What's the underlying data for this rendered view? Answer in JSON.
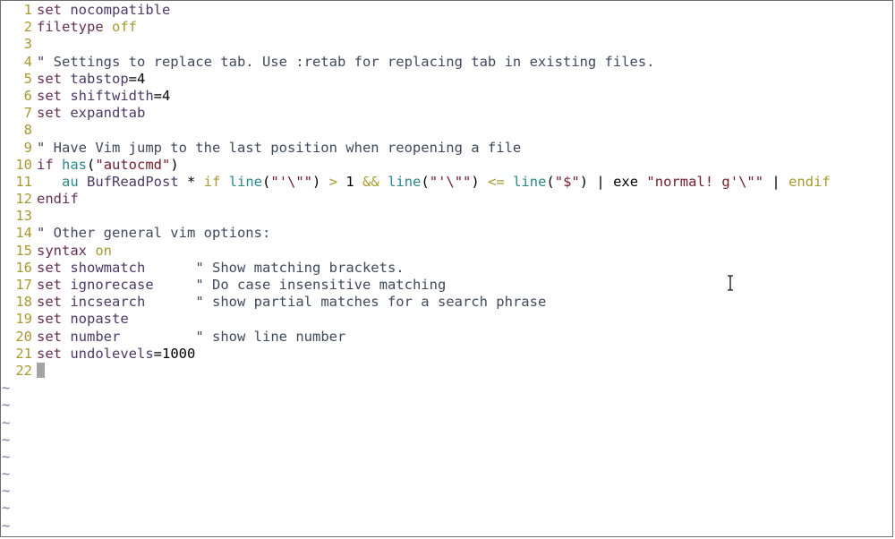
{
  "editor": {
    "app": "vim",
    "lines": [
      {
        "n": "1",
        "tokens": [
          [
            "kw",
            "set"
          ],
          [
            "plain",
            " "
          ],
          [
            "opt",
            "nocompatible"
          ]
        ]
      },
      {
        "n": "2",
        "tokens": [
          [
            "kw",
            "filetype"
          ],
          [
            "plain",
            " "
          ],
          [
            "op",
            "off"
          ]
        ]
      },
      {
        "n": "3",
        "tokens": []
      },
      {
        "n": "4",
        "tokens": [
          [
            "cmt",
            "\" Settings to replace tab. Use :retab for replacing tab in existing files."
          ]
        ]
      },
      {
        "n": "5",
        "tokens": [
          [
            "kw",
            "set"
          ],
          [
            "plain",
            " "
          ],
          [
            "opt",
            "tabstop"
          ],
          [
            "plain",
            "=4"
          ]
        ]
      },
      {
        "n": "6",
        "tokens": [
          [
            "kw",
            "set"
          ],
          [
            "plain",
            " "
          ],
          [
            "opt",
            "shiftwidth"
          ],
          [
            "plain",
            "=4"
          ]
        ]
      },
      {
        "n": "7",
        "tokens": [
          [
            "kw",
            "set"
          ],
          [
            "plain",
            " "
          ],
          [
            "opt",
            "expandtab"
          ]
        ]
      },
      {
        "n": "8",
        "tokens": []
      },
      {
        "n": "9",
        "tokens": [
          [
            "cmt",
            "\" Have Vim jump to the last position when reopening a file"
          ]
        ]
      },
      {
        "n": "10",
        "tokens": [
          [
            "kw",
            "if"
          ],
          [
            "plain",
            " "
          ],
          [
            "fn",
            "has"
          ],
          [
            "plain",
            "("
          ],
          [
            "str",
            "\"autocmd\""
          ],
          [
            "plain",
            ")"
          ]
        ]
      },
      {
        "n": "11",
        "tokens": [
          [
            "plain",
            "   "
          ],
          [
            "fn",
            "au"
          ],
          [
            "plain",
            " "
          ],
          [
            "opt",
            "BufReadPost"
          ],
          [
            "plain",
            " * "
          ],
          [
            "op",
            "if"
          ],
          [
            "plain",
            " "
          ],
          [
            "fn",
            "line"
          ],
          [
            "plain",
            "("
          ],
          [
            "str",
            "\"'\\\"\""
          ],
          [
            "plain",
            ") "
          ],
          [
            "op",
            ">"
          ],
          [
            "plain",
            " 1 "
          ],
          [
            "op",
            "&&"
          ],
          [
            "plain",
            " "
          ],
          [
            "fn",
            "line"
          ],
          [
            "plain",
            "("
          ],
          [
            "str",
            "\"'\\\"\""
          ],
          [
            "plain",
            ") "
          ],
          [
            "op",
            "<="
          ],
          [
            "plain",
            " "
          ],
          [
            "fn",
            "line"
          ],
          [
            "plain",
            "("
          ],
          [
            "str",
            "\"$\""
          ],
          [
            "plain",
            ") | exe "
          ],
          [
            "str",
            "\"normal! g'\\\"\""
          ],
          [
            "plain",
            " | "
          ],
          [
            "op",
            "endif"
          ]
        ]
      },
      {
        "n": "12",
        "tokens": [
          [
            "kw",
            "endif"
          ]
        ]
      },
      {
        "n": "13",
        "tokens": []
      },
      {
        "n": "14",
        "tokens": [
          [
            "cmt",
            "\" Other general vim options:"
          ]
        ]
      },
      {
        "n": "15",
        "tokens": [
          [
            "kw",
            "syntax"
          ],
          [
            "plain",
            " "
          ],
          [
            "op",
            "on"
          ]
        ]
      },
      {
        "n": "16",
        "tokens": [
          [
            "kw",
            "set"
          ],
          [
            "plain",
            " "
          ],
          [
            "opt",
            "showmatch"
          ],
          [
            "plain",
            "      "
          ],
          [
            "cmt",
            "\" Show matching brackets."
          ]
        ]
      },
      {
        "n": "17",
        "tokens": [
          [
            "kw",
            "set"
          ],
          [
            "plain",
            " "
          ],
          [
            "opt",
            "ignorecase"
          ],
          [
            "plain",
            "     "
          ],
          [
            "cmt",
            "\" Do case insensitive matching"
          ]
        ]
      },
      {
        "n": "18",
        "tokens": [
          [
            "kw",
            "set"
          ],
          [
            "plain",
            " "
          ],
          [
            "opt",
            "incsearch"
          ],
          [
            "plain",
            "      "
          ],
          [
            "cmt",
            "\" show partial matches for a search phrase"
          ]
        ]
      },
      {
        "n": "19",
        "tokens": [
          [
            "kw",
            "set"
          ],
          [
            "plain",
            " "
          ],
          [
            "opt",
            "nopaste"
          ]
        ]
      },
      {
        "n": "20",
        "tokens": [
          [
            "kw",
            "set"
          ],
          [
            "plain",
            " "
          ],
          [
            "opt",
            "number"
          ],
          [
            "plain",
            "         "
          ],
          [
            "cmt",
            "\" show line number"
          ]
        ]
      },
      {
        "n": "21",
        "tokens": [
          [
            "kw",
            "set"
          ],
          [
            "plain",
            " "
          ],
          [
            "opt",
            "undolevels"
          ],
          [
            "plain",
            "=1000"
          ]
        ]
      },
      {
        "n": "22",
        "tokens": [],
        "cursor": true
      }
    ],
    "tilde_char": "~",
    "tilde_count": 9
  },
  "colors": {
    "line_number": "#a89a2c",
    "keyword": "#6b2e52",
    "comment": "#3f4a5e",
    "string": "#7a1a28",
    "function": "#2a8a8a",
    "tilde": "#6a7d9c",
    "cursor": "#a3a3a3"
  },
  "icons": {
    "mouse_pointer": "text-ibeam-icon"
  }
}
